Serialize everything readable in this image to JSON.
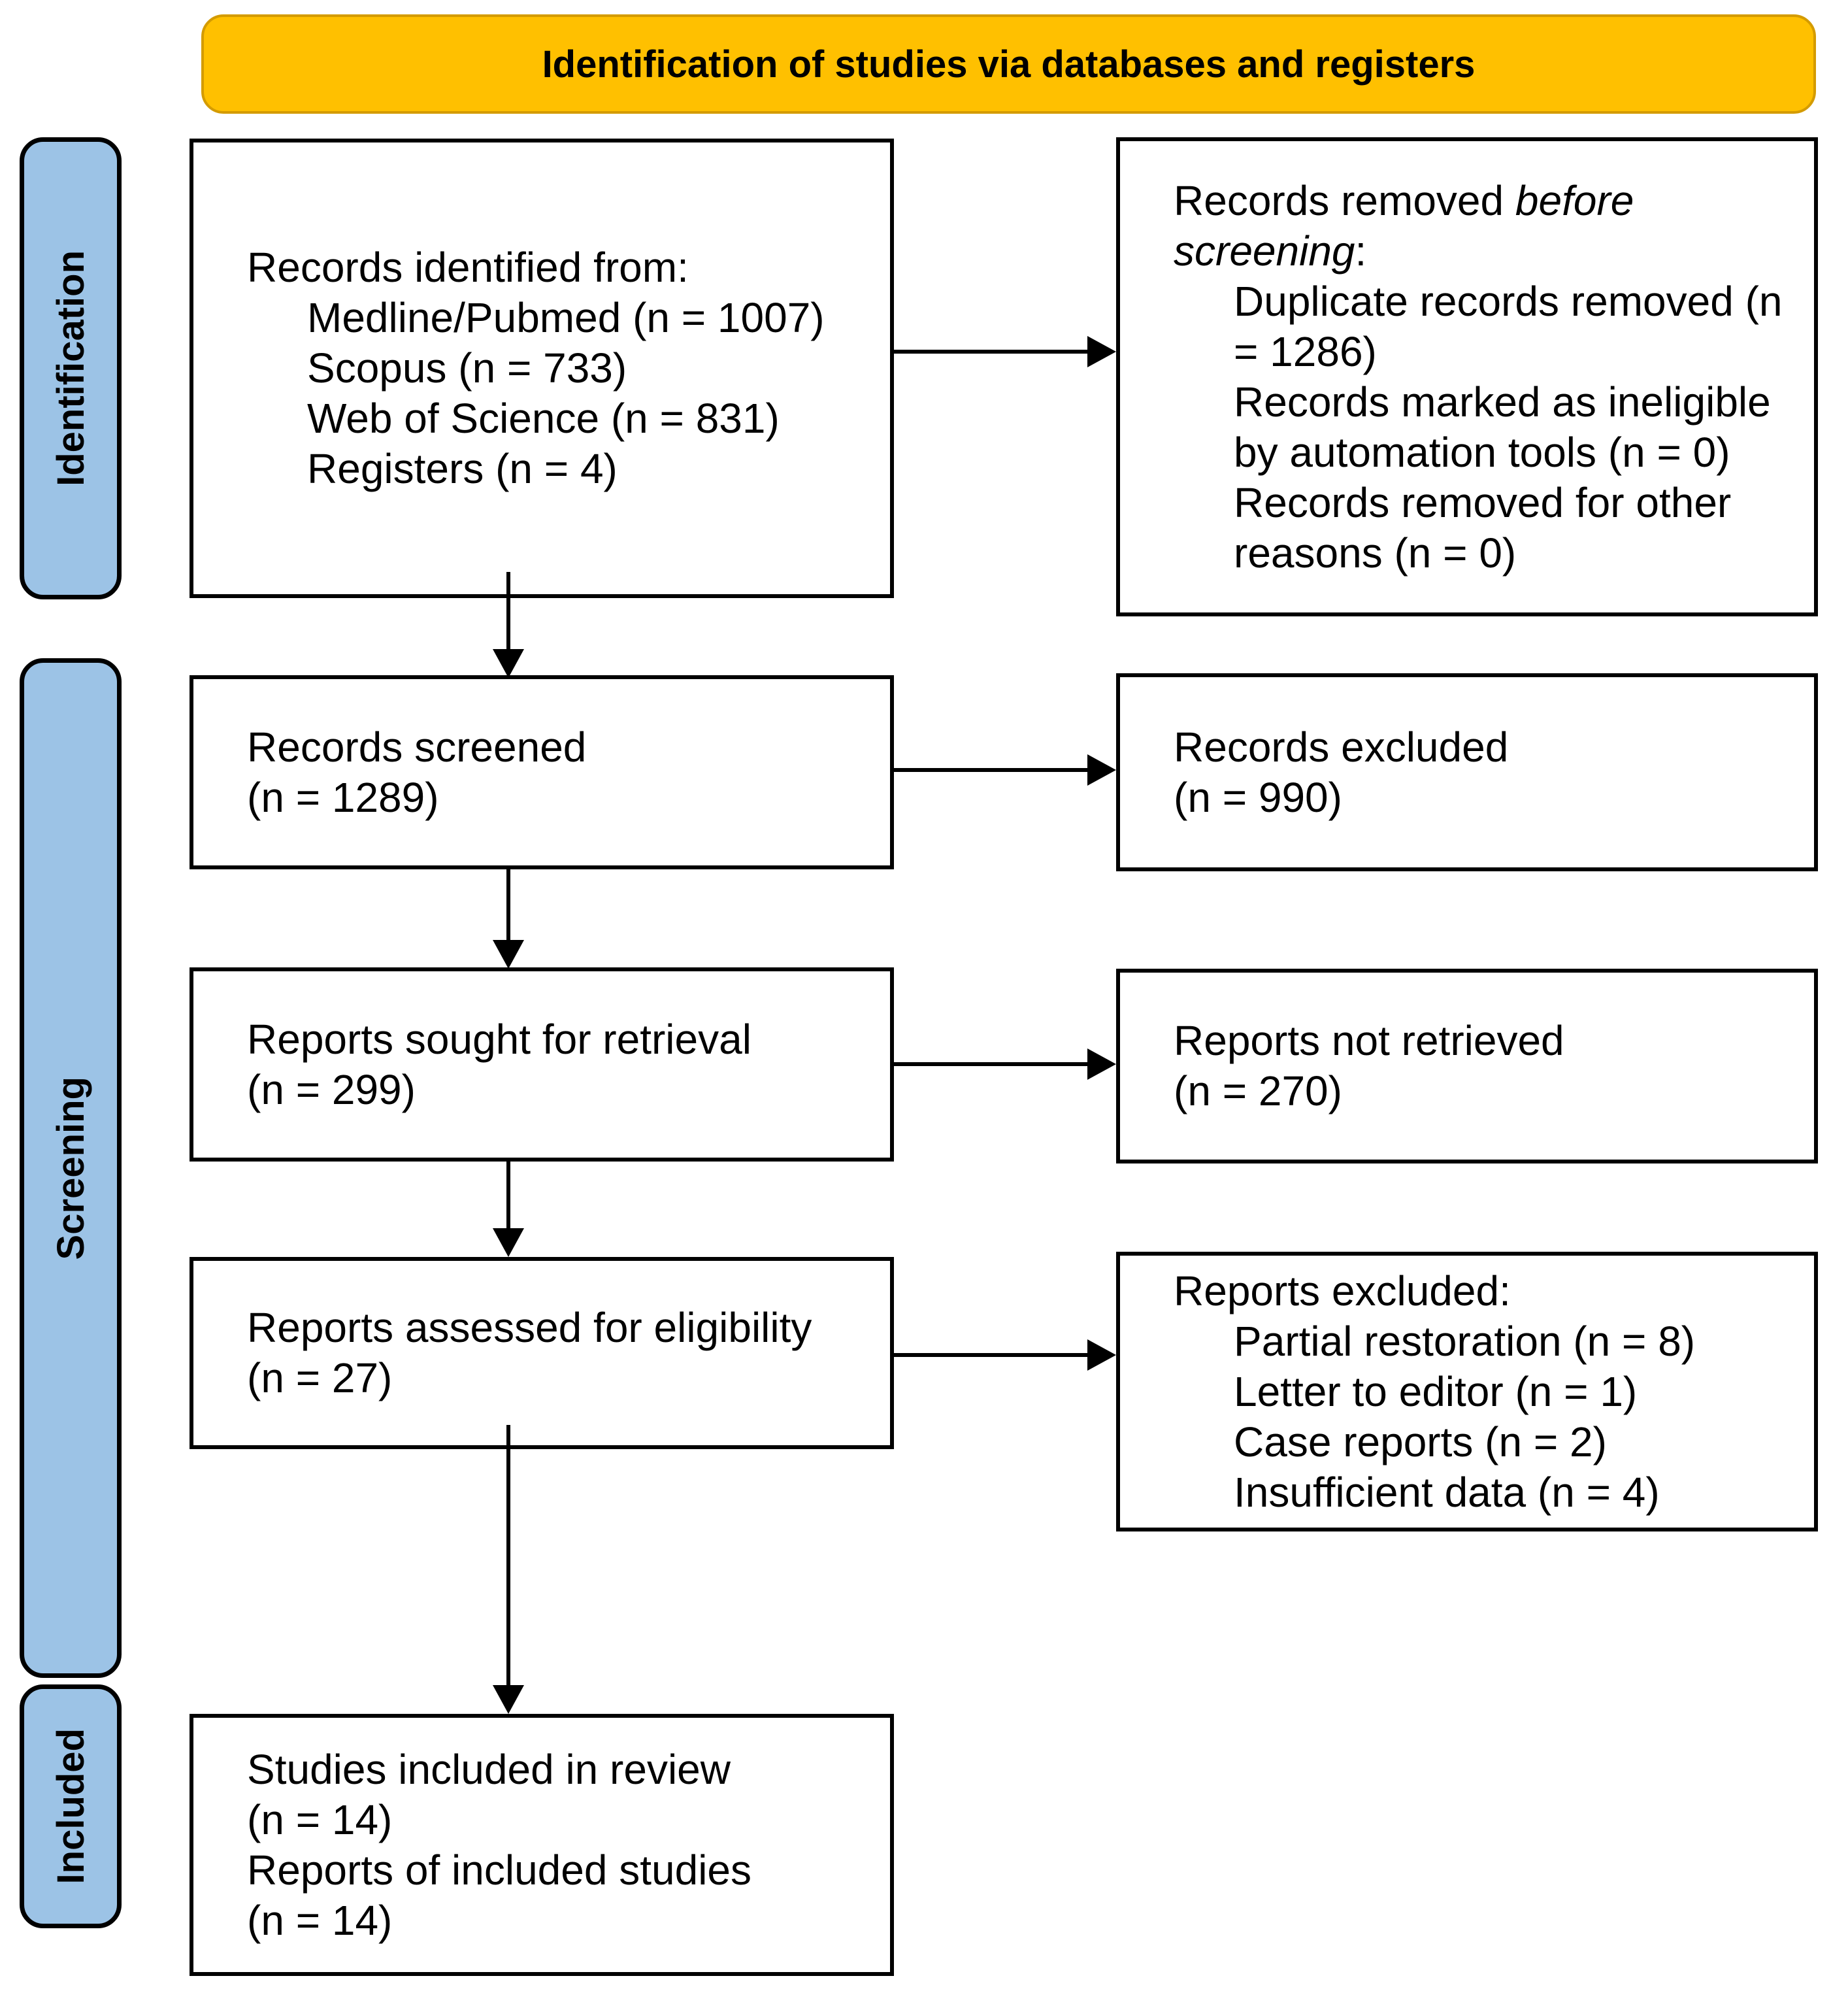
{
  "header": {
    "title": "Identification of studies via databases and registers"
  },
  "sidebar": {
    "items": [
      {
        "label": "Identification"
      },
      {
        "label": "Screening"
      },
      {
        "label": "Included"
      }
    ]
  },
  "colors": {
    "header_bg": "#FFC000",
    "header_border": "#D49B00",
    "sidebar_bg": "#9CC3E6",
    "sidebar_border": "#000000",
    "box_border": "#000000",
    "arrow": "#000000"
  },
  "boxes": {
    "records_identified": {
      "lines": [
        {
          "text": "Records identified from:",
          "indent": 0
        },
        {
          "text": "Medline/Pubmed (n = 1007)",
          "indent": 1
        },
        {
          "text": "Scopus (n = 733)",
          "indent": 1
        },
        {
          "text": "Web of Science (n = 831)",
          "indent": 1
        },
        {
          "text": "Registers (n = 4)",
          "indent": 1
        }
      ]
    },
    "records_removed": {
      "lines": [
        {
          "runs": [
            {
              "text": "Records removed "
            },
            {
              "text": "before",
              "italic": true
            }
          ],
          "indent": 0
        },
        {
          "runs": [
            {
              "text": "screening",
              "italic": true
            },
            {
              "text": ":"
            }
          ],
          "indent": 0
        },
        {
          "text": "Duplicate records removed (n",
          "indent": 1
        },
        {
          "text": "= 1286)",
          "indent": 1
        },
        {
          "text": "Records marked as ineligible",
          "indent": 1
        },
        {
          "text": "by automation tools (n = 0)",
          "indent": 1
        },
        {
          "text": "Records removed for other",
          "indent": 1
        },
        {
          "text": "reasons (n = 0)",
          "indent": 1
        }
      ]
    },
    "records_screened": {
      "lines": [
        {
          "text": "Records screened",
          "indent": 0
        },
        {
          "text": "(n = 1289)",
          "indent": 0
        }
      ]
    },
    "records_excluded": {
      "lines": [
        {
          "text": "Records excluded",
          "indent": 0
        },
        {
          "text": "(n = 990)",
          "indent": 0
        }
      ]
    },
    "reports_sought": {
      "lines": [
        {
          "text": "Reports sought for retrieval",
          "indent": 0
        },
        {
          "text": "(n = 299)",
          "indent": 0
        }
      ]
    },
    "reports_not_retrieved": {
      "lines": [
        {
          "text": "Reports not retrieved",
          "indent": 0
        },
        {
          "text": "(n = 270)",
          "indent": 0
        }
      ]
    },
    "reports_assessed": {
      "lines": [
        {
          "text": "Reports assessed for eligibility",
          "indent": 0
        },
        {
          "text": "(n = 27)",
          "indent": 0
        }
      ]
    },
    "reports_excluded": {
      "lines": [
        {
          "text": "Reports excluded:",
          "indent": 0
        },
        {
          "text": "Partial restoration (n = 8)",
          "indent": 1
        },
        {
          "text": "Letter to editor (n = 1)",
          "indent": 1
        },
        {
          "text": "Case reports (n = 2)",
          "indent": 1
        },
        {
          "text": "Insufficient data (n = 4)",
          "indent": 1
        }
      ]
    },
    "studies_included": {
      "lines": [
        {
          "text": "Studies included in review",
          "indent": 0
        },
        {
          "text": "(n = 14)",
          "indent": 0
        },
        {
          "text": "Reports of included studies",
          "indent": 0
        },
        {
          "text": "(n = 14)",
          "indent": 0
        }
      ]
    }
  }
}
